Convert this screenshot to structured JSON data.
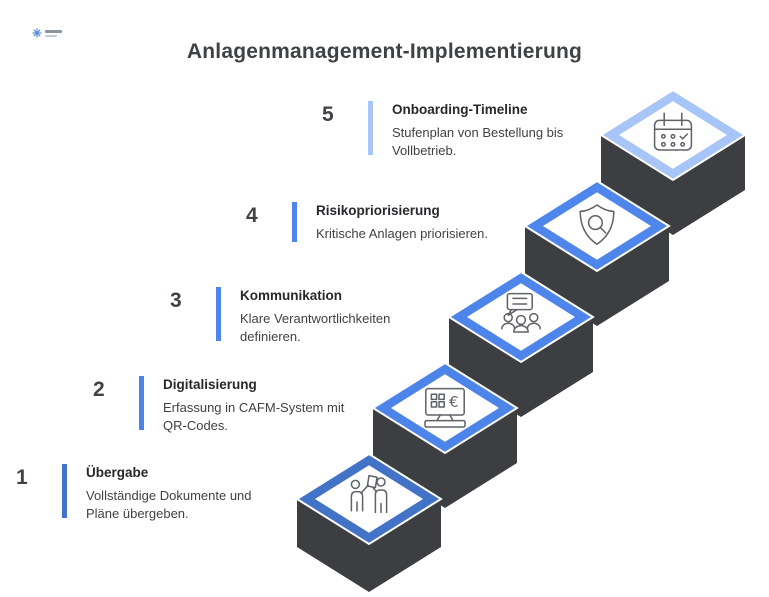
{
  "page": {
    "title": "Anlagenmanagement-Implementierung"
  },
  "logo": {
    "icon": "asterisk-logo-icon",
    "accent": "#5b8ad6"
  },
  "steps": [
    {
      "number": "1",
      "title": "Übergabe",
      "description": "Vollständige Dokumente und Pläne übergeben.",
      "icon": "handover-people-icon",
      "accent": "#4273c7"
    },
    {
      "number": "2",
      "title": "Digitalisierung",
      "description": "Erfassung in CAFM-System mit QR-Codes.",
      "icon": "cafm-monitor-euro-icon",
      "accent": "#4d84e9"
    },
    {
      "number": "3",
      "title": "Kommunikation",
      "description": "Klare Verantwortlichkeiten definieren.",
      "icon": "team-chat-icon",
      "accent": "#4d85ea"
    },
    {
      "number": "4",
      "title": "Risikopriorisierung",
      "description": "Kritische Anlagen priorisieren.",
      "icon": "shield-search-icon",
      "accent": "#4e86ec"
    },
    {
      "number": "5",
      "title": "Onboarding-Timeline",
      "description": "Stufenplan von Bestellung bis Vollbetrieb.",
      "icon": "calendar-checklist-icon",
      "accent": "#a7c5f7"
    }
  ],
  "colors": {
    "step_block": "#3c3e41",
    "icon_stroke": "#5f6368",
    "diamond_face": "#ffffff",
    "title_text": "#3e4245",
    "body_text": "#3f4245"
  }
}
